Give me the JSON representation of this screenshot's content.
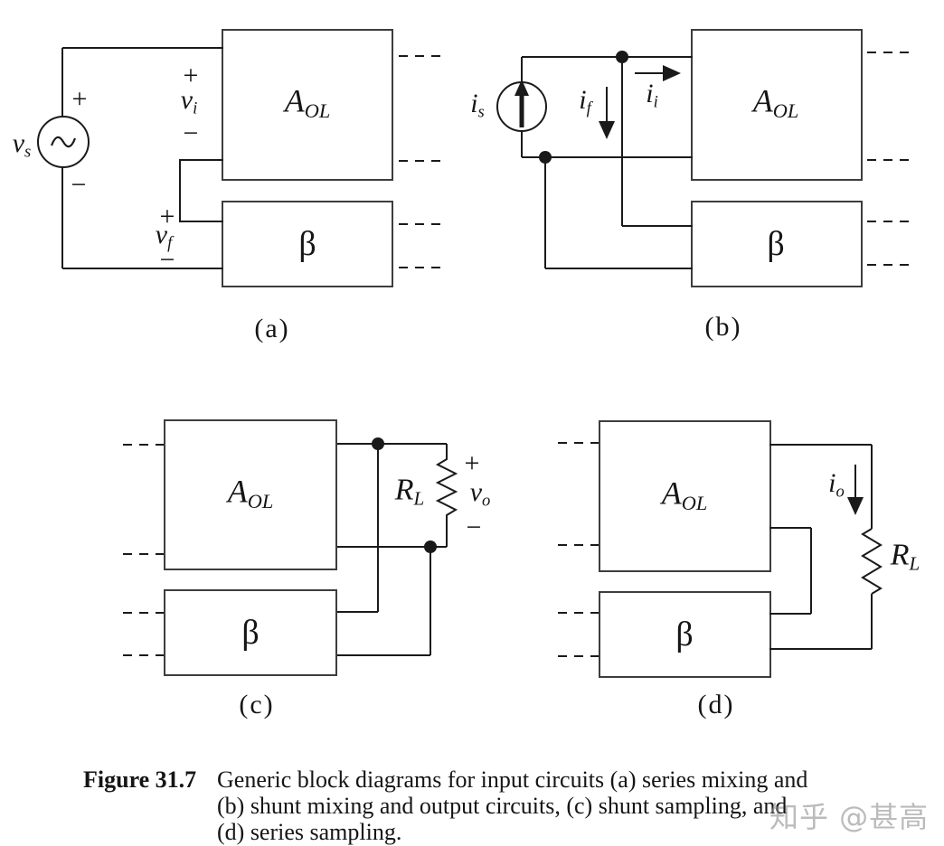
{
  "caption": {
    "figure_label": "Figure 31.7",
    "lines": {
      "l1": "Generic block diagrams for input circuits (a) series mixing and",
      "l2": "(b) shunt mixing and output circuits, (c) shunt sampling, and",
      "l3": "(d) series sampling."
    }
  },
  "watermark": {
    "text": "知乎 @甚高"
  },
  "signs": {
    "plus": "+",
    "minus": "−"
  },
  "diagrams": {
    "a": {
      "tag": "(a)",
      "amp": {
        "main": "A",
        "sub": "OL"
      },
      "beta": "β",
      "source": {
        "main": "v",
        "sub": "s"
      },
      "vi": {
        "main": "v",
        "sub": "i"
      },
      "vf": {
        "main": "v",
        "sub": "f"
      }
    },
    "b": {
      "tag": "(b)",
      "amp": {
        "main": "A",
        "sub": "OL"
      },
      "beta": "β",
      "source": {
        "main": "i",
        "sub": "s"
      },
      "if": {
        "main": "i",
        "sub": "f"
      },
      "ii": {
        "main": "i",
        "sub": "i"
      }
    },
    "c": {
      "tag": "(c)",
      "amp": {
        "main": "A",
        "sub": "OL"
      },
      "beta": "β",
      "rl": {
        "main": "R",
        "sub": "L"
      },
      "vo": {
        "main": "v",
        "sub": "o"
      }
    },
    "d": {
      "tag": "(d)",
      "amp": {
        "main": "A",
        "sub": "OL"
      },
      "beta": "β",
      "rl": {
        "main": "R",
        "sub": "L"
      },
      "io": {
        "main": "i",
        "sub": "o"
      }
    }
  },
  "colors": {
    "wire": "#1a1a1a",
    "box_border": "#3d3d3d",
    "text": "#151515",
    "watermark": "#8e8e8e",
    "background": "#ffffff"
  }
}
